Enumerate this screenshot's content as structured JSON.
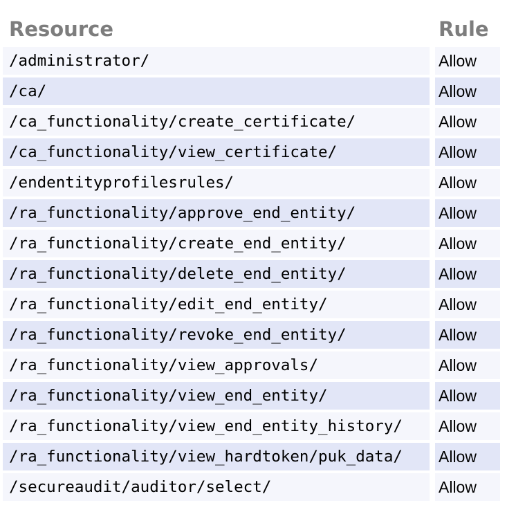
{
  "theme": {
    "header_text_color": "#7d7d7d",
    "row_light": "#f5f6fc",
    "row_dark": "#e2e6f7",
    "text_color": "#000000",
    "background": "#ffffff"
  },
  "table": {
    "columns": {
      "resource_label": "Resource",
      "rule_label": "Rule"
    },
    "rows": [
      {
        "resource": "/administrator/",
        "rule": "Allow"
      },
      {
        "resource": "/ca/",
        "rule": "Allow"
      },
      {
        "resource": "/ca_functionality/create_certificate/",
        "rule": "Allow"
      },
      {
        "resource": "/ca_functionality/view_certificate/",
        "rule": "Allow"
      },
      {
        "resource": "/endentityprofilesrules/",
        "rule": "Allow"
      },
      {
        "resource": "/ra_functionality/approve_end_entity/",
        "rule": "Allow"
      },
      {
        "resource": "/ra_functionality/create_end_entity/",
        "rule": "Allow"
      },
      {
        "resource": "/ra_functionality/delete_end_entity/",
        "rule": "Allow"
      },
      {
        "resource": "/ra_functionality/edit_end_entity/",
        "rule": "Allow"
      },
      {
        "resource": "/ra_functionality/revoke_end_entity/",
        "rule": "Allow"
      },
      {
        "resource": "/ra_functionality/view_approvals/",
        "rule": "Allow"
      },
      {
        "resource": "/ra_functionality/view_end_entity/",
        "rule": "Allow"
      },
      {
        "resource": "/ra_functionality/view_end_entity_history/",
        "rule": "Allow"
      },
      {
        "resource": "/ra_functionality/view_hardtoken/puk_data/",
        "rule": "Allow"
      },
      {
        "resource": "/secureaudit/auditor/select/",
        "rule": "Allow"
      }
    ]
  }
}
